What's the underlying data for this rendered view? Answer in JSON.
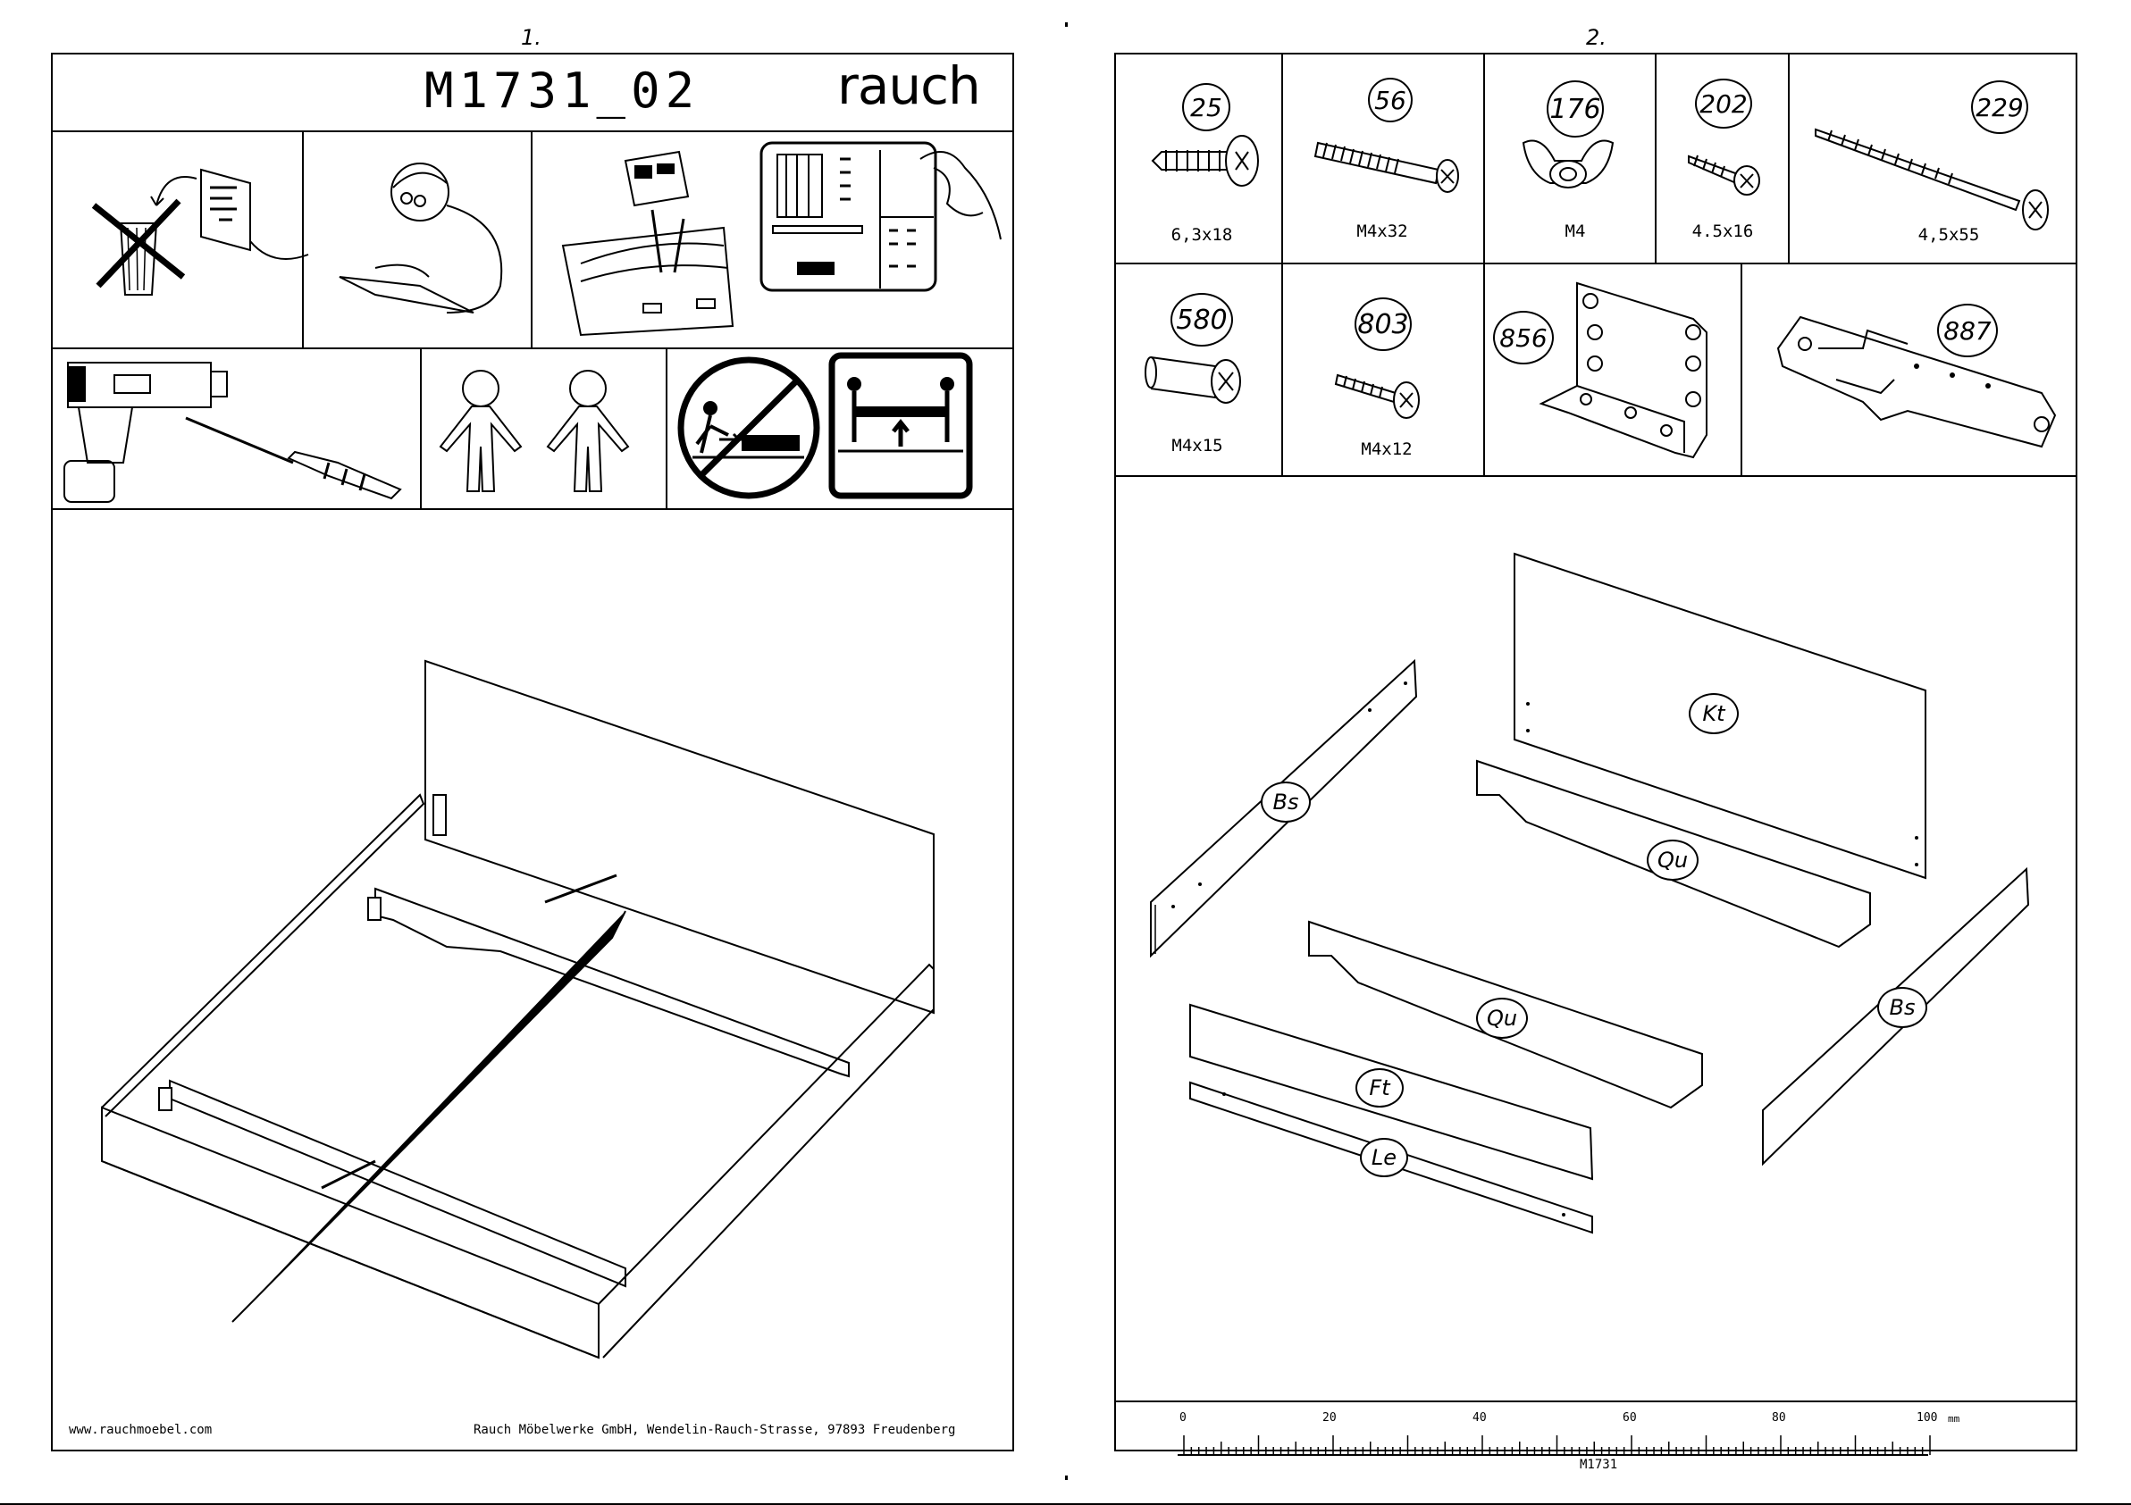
{
  "page1": {
    "page_number": "1.",
    "model_code": "M1731_02",
    "brand": "rauch",
    "footer_left": "www.rauchmoebel.com",
    "footer_right": "Rauch Möbelwerke GmbH, Wendelin-Rauch-Strasse, 97893 Freudenberg"
  },
  "page2": {
    "page_number": "2.",
    "parts": [
      {
        "number": "25",
        "size": "6,3x18",
        "icon": "screw-icon"
      },
      {
        "number": "56",
        "size": "M4x32",
        "icon": "bolt-icon"
      },
      {
        "number": "176",
        "size": "M4",
        "icon": "wing-nut-icon"
      },
      {
        "number": "202",
        "size": "4.5x16",
        "icon": "screw-icon"
      },
      {
        "number": "229",
        "size": "4,5x55",
        "icon": "screw-icon"
      },
      {
        "number": "580",
        "size": "M4x15",
        "icon": "connector-bolt-icon"
      },
      {
        "number": "803",
        "size": "M4x12",
        "icon": "bolt-icon"
      },
      {
        "number": "856",
        "size": "",
        "icon": "corner-bracket-icon"
      },
      {
        "number": "887",
        "size": "",
        "icon": "hook-plate-icon"
      }
    ],
    "panels": {
      "headboard": "Kt",
      "side_left": "Bs",
      "side_right": "Bs",
      "cross_1": "Qu",
      "cross_2": "Qu",
      "foot": "Ft",
      "slat_rail": "Le"
    },
    "ruler": {
      "ticks": [
        "0",
        "20",
        "40",
        "60",
        "80",
        "100"
      ],
      "unit": "mm",
      "code": "M1731"
    }
  }
}
